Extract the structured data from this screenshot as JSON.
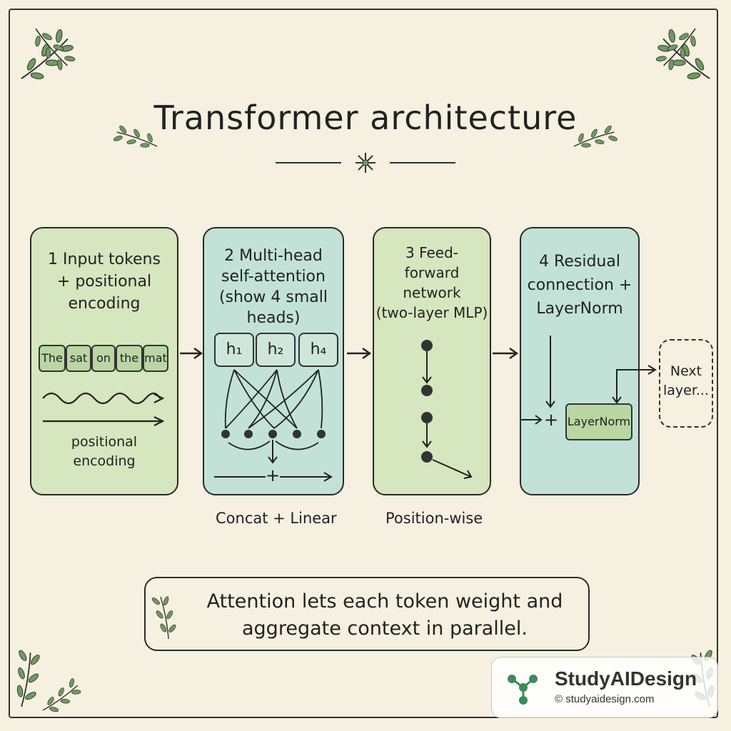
{
  "title": "Transformer architecture",
  "colors": {
    "background": "#f6f0e1",
    "green_panel": "#d6e6be",
    "teal_panel": "#c3e2d7",
    "ink": "#222222",
    "leaf": "#4d7a45",
    "brand_accent": "#3d8a5a"
  },
  "panels": [
    {
      "title": "1 Input tokens\n+ positional\nencoding",
      "tokens": [
        "The",
        "sat",
        "on",
        "the",
        "mat"
      ],
      "note": "positional\nencoding"
    },
    {
      "title": "2 Multi-head\nself-attention\n(show 4 small\nheads)",
      "heads": [
        "h₁",
        "h₂",
        "h₄"
      ],
      "op": "+",
      "caption": "Concat + Linear"
    },
    {
      "title": "3 Feed-\nforward\nnetwork\n(two-layer MLP)",
      "caption": "Position-wise"
    },
    {
      "title": "4 Residual\nconnection +\nLayerNorm",
      "op": "+",
      "layernorm": "LayerNorm"
    }
  ],
  "next_layer": "Next\nlayer...",
  "summary": "Attention lets each token weight and\naggregate context in parallel.",
  "watermark": {
    "brand": "StudyAIDesign",
    "url": "© studyaidesign.com",
    "icon": "network-nodes-icon"
  }
}
